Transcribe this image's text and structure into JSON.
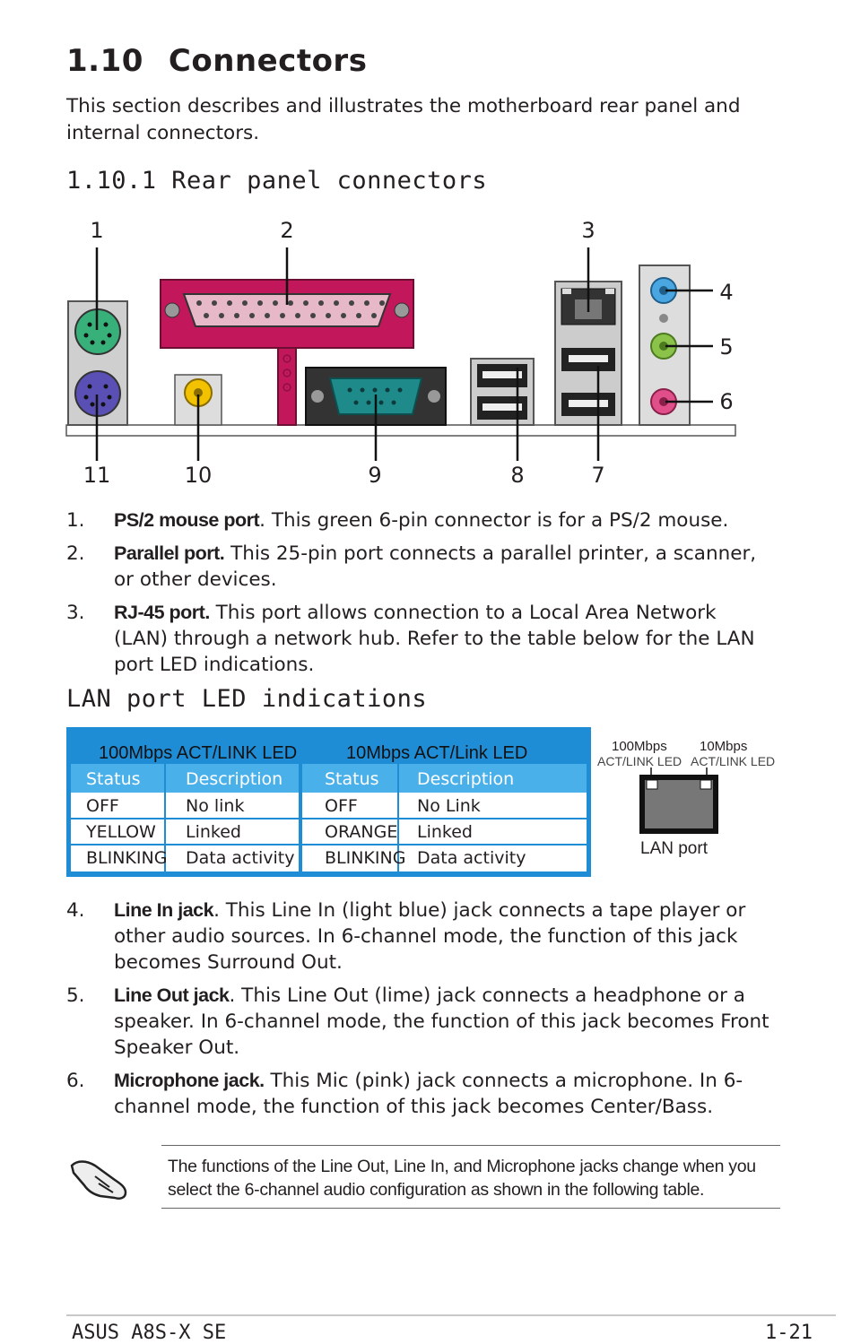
{
  "header": {
    "section_num": "1.10",
    "section_title": "Connectors"
  },
  "intro": "This section describes and illustrates the motherboard rear panel and internal connectors.",
  "subsection": "1.10.1 Rear panel connectors",
  "diagram": {
    "top_callouts": [
      "1",
      "2",
      "3"
    ],
    "right_callouts": [
      "4",
      "5",
      "6"
    ],
    "bottom_callouts": [
      "11",
      "10",
      "9",
      "8",
      "7"
    ],
    "colors": {
      "ps2_mouse": "#37b07a",
      "ps2_keyboard": "#5a4fb5",
      "parallel": "#c2185b",
      "serial": "#1f8a8a",
      "spdif": "#f2c200",
      "line_in": "#4aa6e0",
      "line_out": "#8bc34a",
      "mic": "#e04f8a"
    }
  },
  "items_a": [
    {
      "n": "1.",
      "term": "PS/2 mouse port",
      "text": ". This green 6-pin connector is for a PS/2 mouse."
    },
    {
      "n": "2.",
      "term": "Parallel port.",
      "text": " This 25-pin port connects a parallel printer, a scanner, or other devices."
    },
    {
      "n": "3.",
      "term": "RJ-45 port.",
      "text": " This port allows connection to a Local Area Network (LAN) through a network hub. Refer to the table below for the LAN port LED indications."
    }
  ],
  "lan": {
    "heading": "LAN port LED indications",
    "group1": "100Mbps ACT/LINK LED",
    "group2": "10Mbps ACT/Link LED",
    "col_status": "Status",
    "col_desc": "Description",
    "rows_left": [
      [
        "OFF",
        "No link"
      ],
      [
        "YELLOW",
        "Linked"
      ],
      [
        "BLINKING",
        "Data activity"
      ]
    ],
    "rows_right": [
      [
        "OFF",
        "No Link"
      ],
      [
        "ORANGE",
        "Linked"
      ],
      [
        "BLINKING",
        "Data activity"
      ]
    ],
    "port_label_100": "100Mbps",
    "port_sub_100": "ACT/LINK LED",
    "port_label_10": "10Mbps",
    "port_sub_10": "ACT/LINK LED",
    "port_caption": "LAN port"
  },
  "items_b": [
    {
      "n": "4.",
      "term": "Line In jack",
      "text": ". This Line In (light blue) jack connects a tape player or other audio sources. In 6-channel mode, the function of this jack becomes Surround Out."
    },
    {
      "n": "5.",
      "term": "Line Out jack",
      "text": ". This Line Out (lime) jack connects a headphone or a speaker. In 6-channel mode, the function of this jack becomes Front Speaker Out."
    },
    {
      "n": "6.",
      "term": "Microphone jack.",
      "text": " This Mic (pink) jack connects a microphone. In 6-channel mode, the function of this jack becomes Center/Bass."
    }
  ],
  "note": "The functions of the Line Out, Line In, and Microphone jacks change when you select the 6-channel audio configuration as shown in the following table.",
  "footer": {
    "left": "ASUS A8S-X SE",
    "right": "1-21"
  }
}
